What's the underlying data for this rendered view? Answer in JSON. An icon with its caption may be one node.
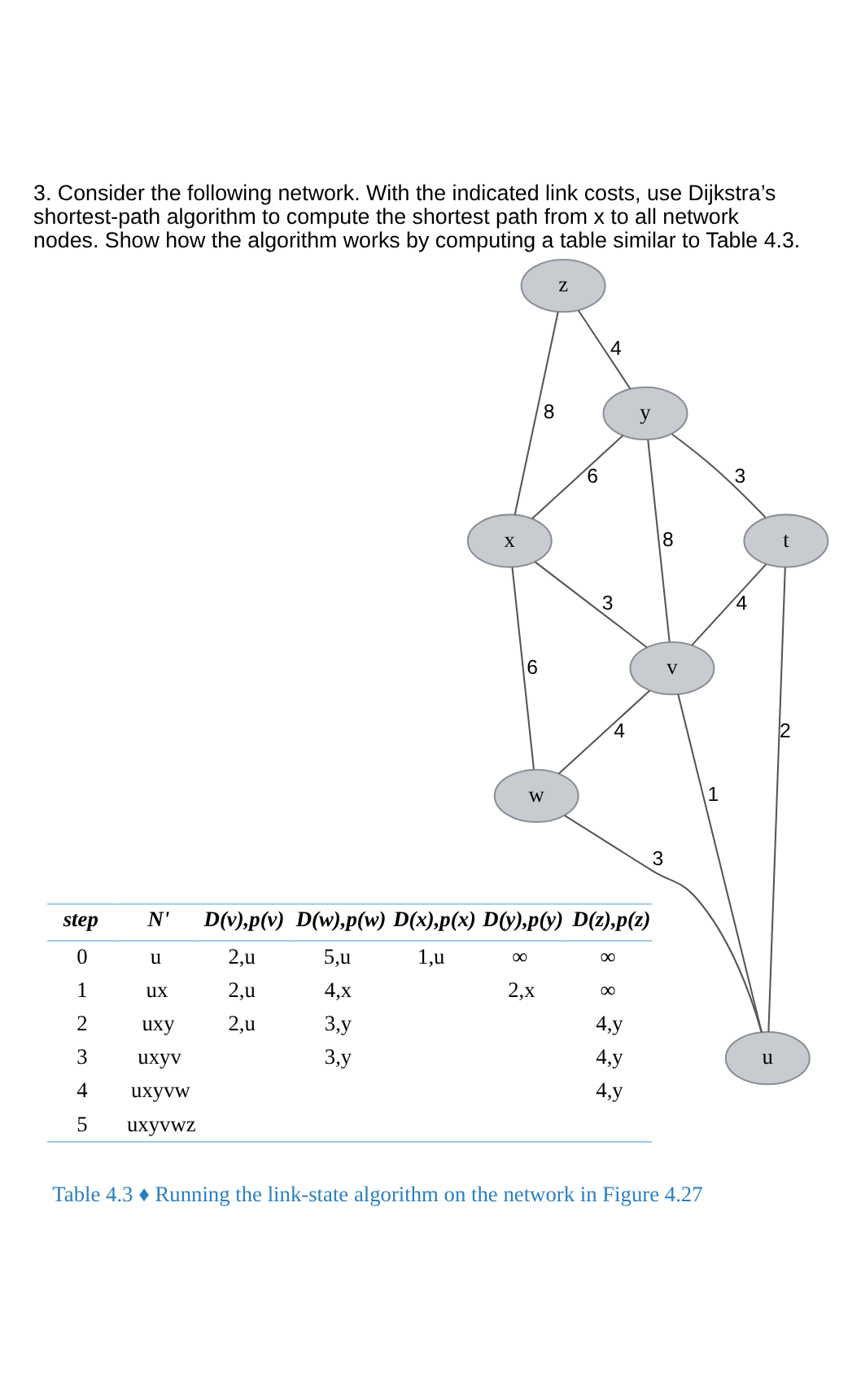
{
  "diagram": {
    "title": "3. Consider the following network. With the indicated link costs, use Dijkstra’s shortest-path algorithm to compute the shortest path from x to all network nodes. Show how the algorithm works by computing a table similar to Table 4.3.",
    "caption": "Table 4.3 ♦ Running the link-state algorithm on the network in Figure 4.27",
    "nodes": [
      {
        "text": [
          "z"
        ]
      },
      {
        "text": [
          "y"
        ]
      },
      {
        "text": [
          "t"
        ]
      },
      {
        "text": [
          "v"
        ]
      },
      {
        "text": [
          "x"
        ]
      },
      {
        "text": [
          "u"
        ]
      },
      {
        "text": [
          "w"
        ]
      }
    ],
    "edges": [
      {
        "from": 0,
        "to": 4,
        "arrow": "none",
        "label": "8"
      },
      {
        "from": 0,
        "to": 1,
        "arrow": "none",
        "label": "4"
      },
      {
        "from": 1,
        "to": 2,
        "arrow": "none",
        "label": "3"
      },
      {
        "from": 1,
        "to": 4,
        "arrow": "none",
        "label": "6"
      },
      {
        "from": 1,
        "to": 3,
        "arrow": "none",
        "label": "8"
      },
      {
        "from": 2,
        "to": 3,
        "arrow": "none",
        "label": "4"
      },
      {
        "from": 4,
        "to": 3,
        "arrow": "none",
        "label": "3"
      },
      {
        "from": 3,
        "to": 5,
        "arrow": "none",
        "label": "1"
      },
      {
        "from": 2,
        "to": 5,
        "arrow": "none",
        "label": "2"
      },
      {
        "from": 4,
        "to": 6,
        "arrow": "none",
        "label": "6"
      },
      {
        "from": 3,
        "to": 6,
        "arrow": "none",
        "label": "4"
      },
      {
        "from": 6,
        "to": 5,
        "arrow": "none",
        "label": "3"
      }
    ],
    "labels": [
      "step",
      "N'",
      "D(v),p(v)",
      "D(w),p(w)",
      "D(x),p(x)",
      "D(y),p(y)",
      "D(z),p(z)",
      "0",
      "u",
      "2,u",
      "5,u",
      "1,u",
      "∞",
      "∞",
      "1",
      "ux",
      "2,u",
      "4,x",
      "2,x",
      "∞",
      "2",
      "uxy",
      "2,u",
      "3,y",
      "4,y",
      "3",
      "uxyv",
      "3,y",
      "4,y",
      "4",
      "uxyvw",
      "4,y",
      "5",
      "uxyvwz"
    ]
  }
}
